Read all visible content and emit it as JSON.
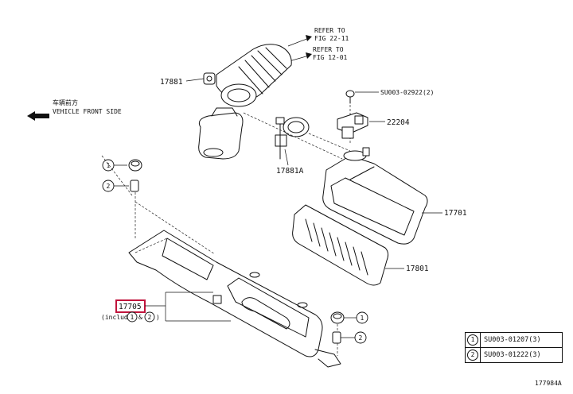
{
  "labels": {
    "refer_22_line1": "REFER TO",
    "refer_22_line2": "FIG 22-11",
    "refer_12_line1": "REFER TO",
    "refer_12_line2": "FIG 12-01",
    "p17881": "17881",
    "p17881a": "17881A",
    "p22204": "22204",
    "screw": "SU003-02922(2)",
    "p17701": "17701",
    "p17801": "17801",
    "p17705": "17705",
    "include": "(include",
    "include_amp": "&",
    "include_close": ")",
    "front_line1": "车辆前方",
    "front_line2": "VEHICLE FRONT SIDE",
    "c1": "1",
    "c2": "2"
  },
  "legend": [
    {
      "num": "1",
      "code": "SU003-01207(3)"
    },
    {
      "num": "2",
      "code": "SU003-01222(3)"
    }
  ],
  "diagram_id": "177984A"
}
